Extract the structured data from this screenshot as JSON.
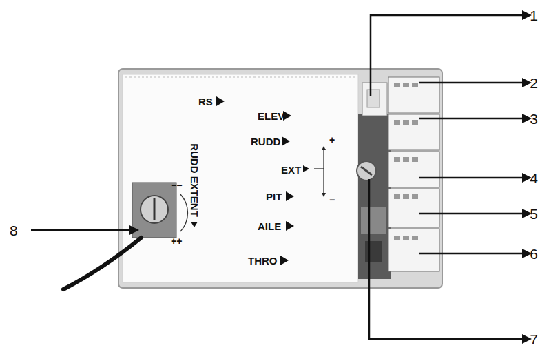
{
  "diagram": {
    "labels": [
      "RS",
      "ELEV",
      "RUDD",
      "EXT",
      "PIT",
      "AILE",
      "THRO",
      "RUDD EXTENT",
      "+",
      "−",
      "−−",
      "++",
      "1",
      "2",
      "3",
      "4",
      "5",
      "6",
      "7",
      "8"
    ]
  }
}
